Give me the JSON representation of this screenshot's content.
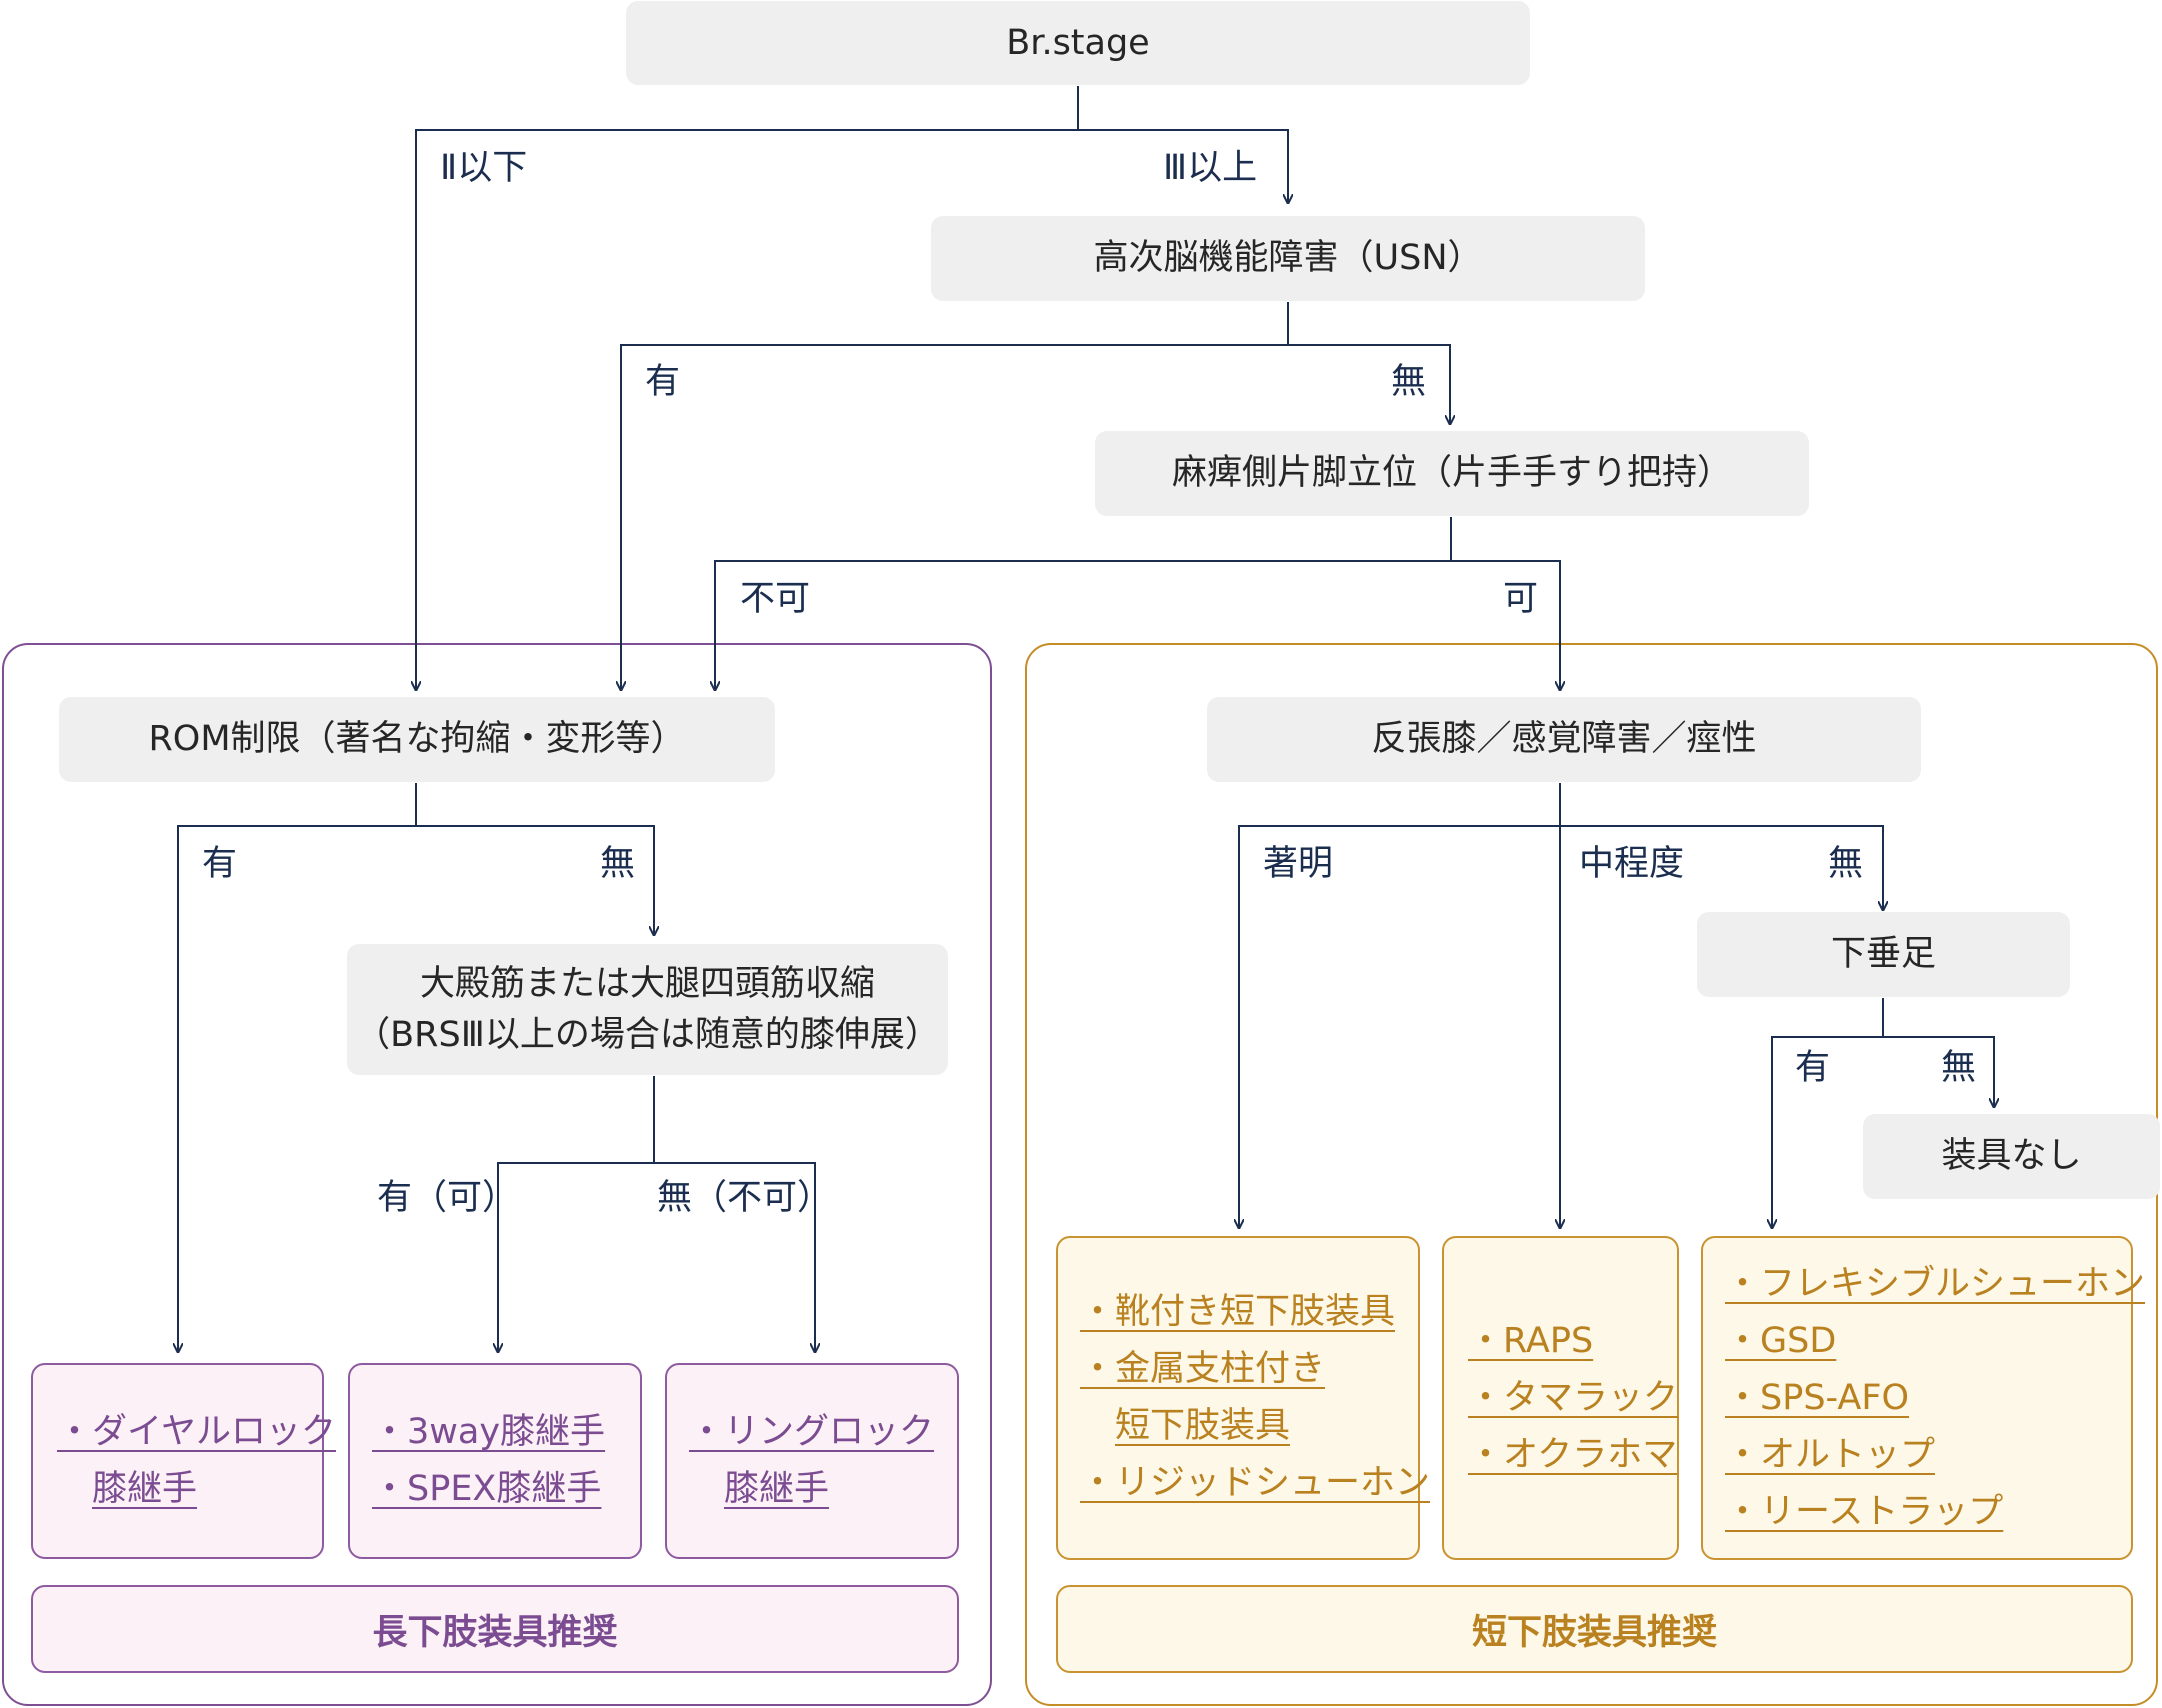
{
  "nodes": {
    "brstage": "Br.stage",
    "usn": "高次脳機能障害（USN）",
    "standing": "麻痺側片脚立位（片手手すり把持）",
    "rom": "ROM制限（著名な拘縮・変形等）",
    "contraction_line1": "大殿筋または大腿四頭筋収縮",
    "contraction_line2": "（BRSⅢ以上の場合は随意的膝伸展）",
    "genu": "反張膝／感覚障害／痙性",
    "footdrop": "下垂足",
    "no_brace": "装具なし"
  },
  "labels": {
    "ii_below": "Ⅱ以下",
    "iii_above": "Ⅲ以上",
    "usn_yes": "有",
    "usn_no": "無",
    "stand_no": "不可",
    "stand_yes": "可",
    "rom_yes": "有",
    "rom_no": "無",
    "contr_yes": "有（可）",
    "contr_no": "無（不可）",
    "genu_marked": "著明",
    "genu_moderate": "中程度",
    "genu_none": "無",
    "drop_yes": "有",
    "drop_no": "無"
  },
  "results": {
    "dial": [
      "・ダイヤルロック",
      "膝継手"
    ],
    "threeway": [
      "・3way膝継手",
      "・SPEX膝継手"
    ],
    "ring": [
      "・リングロック",
      "膝継手"
    ],
    "boot": [
      "・靴付き短下肢装具",
      "・金属支柱付き",
      "短下肢装具",
      "・リジッドシューホン"
    ],
    "raps": [
      "・RAPS",
      "・タマラック",
      "・オクラホマ"
    ],
    "flex": [
      "・フレキシブルシューホン",
      "・GSD",
      "・SPS-AFO",
      "・オルトップ",
      "・リーストラップ"
    ]
  },
  "banners": {
    "long": "長下肢装具推奨",
    "short": "短下肢装具推奨"
  },
  "colors": {
    "connector": "#1b2e4f",
    "node_bg": "#efeff0",
    "long_accent": "#7b4c91",
    "long_bg": "#fcf1f6",
    "short_accent": "#b9811f",
    "short_bg": "#fdf8e8"
  }
}
